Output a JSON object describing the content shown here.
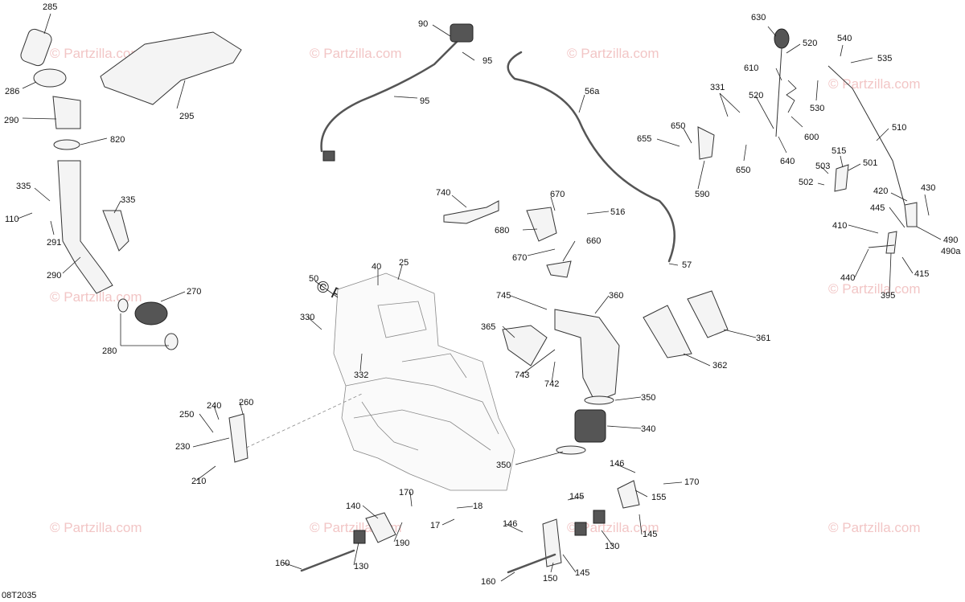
{
  "diagram_code": "08T2035",
  "watermark": {
    "brand": "Partzilla.com",
    "text": "© Partzilla.com"
  },
  "callouts": [
    "285",
    "286",
    "290",
    "820",
    "295",
    "335",
    "110",
    "291",
    "335",
    "290",
    "270",
    "280",
    "90",
    "95",
    "95",
    "56a",
    "57",
    "740",
    "670",
    "516",
    "680",
    "670",
    "660",
    "655",
    "650",
    "590",
    "331",
    "650",
    "630",
    "520",
    "540",
    "535",
    "610",
    "520",
    "530",
    "600",
    "640",
    "510",
    "515",
    "501",
    "503",
    "502",
    "420",
    "430",
    "445",
    "410",
    "490",
    "490a",
    "440",
    "395",
    "415",
    "40",
    "25",
    "50",
    "330",
    "332",
    "745",
    "360",
    "365",
    "743",
    "742",
    "361",
    "362",
    "350",
    "340",
    "350",
    "250",
    "240",
    "260",
    "230",
    "210",
    "146",
    "170",
    "145",
    "155",
    "145",
    "146",
    "130",
    "150",
    "145",
    "160",
    "140",
    "170",
    "18",
    "17",
    "190",
    "130",
    "160"
  ],
  "colors": {
    "watermark": "#f2c6c6",
    "line": "#222222",
    "background": "#ffffff"
  }
}
